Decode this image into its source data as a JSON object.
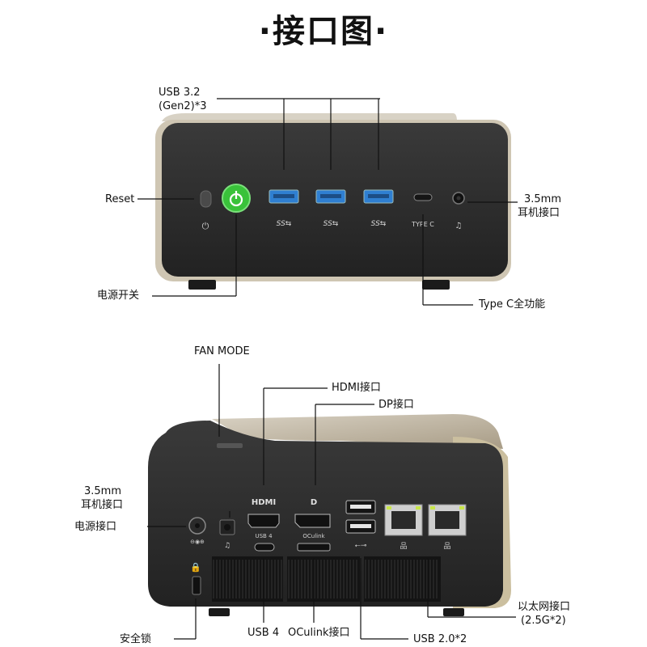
{
  "title": "·接口图·",
  "front_panel": {
    "labels": {
      "usb32": "USB 3.2",
      "usb32_count": "(Gen2)*3",
      "reset": "Reset",
      "audio_size": "3.5mm",
      "audio_name": "耳机接口",
      "power_switch": "电源开关",
      "typec_full": "Type C全功能"
    },
    "port_marks": {
      "ss_logo": "SS⇆",
      "typec": "TYPE C"
    }
  },
  "rear_panel": {
    "labels": {
      "fan_mode": "FAN MODE",
      "hdmi": "HDMI接口",
      "dp": "DP接口",
      "audio_size": "3.5mm",
      "audio_name": "耳机接口",
      "power_in": "电源接口",
      "lock": "安全锁",
      "usb4": "USB 4",
      "oculink": "OCulink接口",
      "usb20": "USB 2.0*2",
      "ethernet": "以太网接口",
      "ethernet_spec": "(2.5G*2)"
    },
    "port_marks": {
      "hdmi_logo": "HDMI",
      "usb4_small": "USB 4",
      "oculink_small": "OCulink"
    }
  },
  "colors": {
    "body_dark": "#2b2b2b",
    "body_edge": "#c8bda8",
    "usb_blue": "#2f7fd1",
    "power_green": "#39c23a",
    "line": "#111111"
  }
}
